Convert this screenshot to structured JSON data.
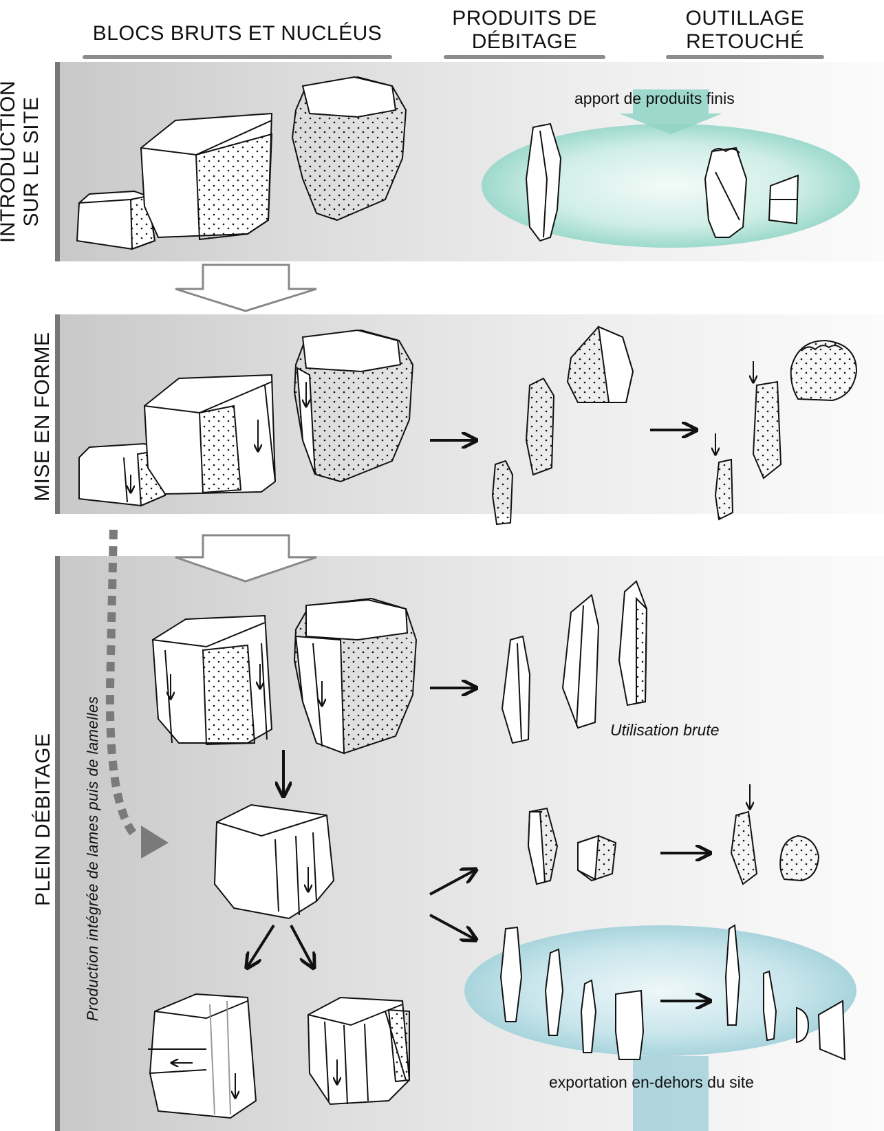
{
  "columns": {
    "col1": "BLOCS BRUTS ET NUCLÉUS",
    "col2_line1": "PRODUITS DE",
    "col2_line2": "DÉBITAGE",
    "col3_line1": "OUTILLAGE",
    "col3_line2": "RETOUCHÉ"
  },
  "rows": {
    "row1_line1": "INTRODUCTION",
    "row1_line2": "SUR LE SITE",
    "row2": "MISE EN FORME",
    "row3": "PLEIN DÉBITAGE"
  },
  "annotations": {
    "apport": "apport de produits finis",
    "utilisation": "Utilisation brute",
    "exportation": "exportation en-dehors du site",
    "production": "Production intégrée de lames puis de lamelles"
  },
  "colors": {
    "teal": "#8fd3c5",
    "export_teal": "#9fcfd8",
    "band_dark": "#c8c8c8",
    "dotted_arrow": "#7a7a7a"
  }
}
